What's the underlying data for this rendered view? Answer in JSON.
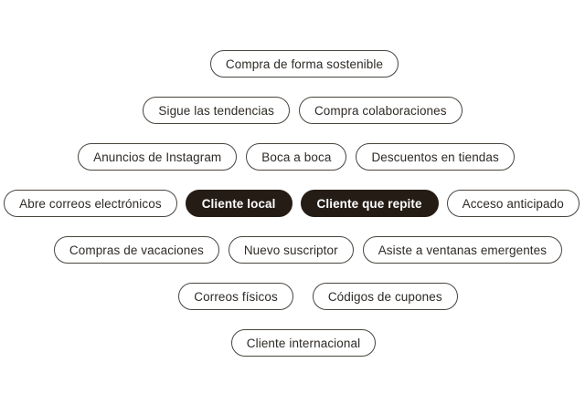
{
  "colors": {
    "background": "#ffffff",
    "pill_border": "#4a443e",
    "pill_text": "#2e2a26",
    "selected_pill_background": "#241c15",
    "selected_pill_text": "#ffffff"
  },
  "tag_cloud": {
    "rows": [
      {
        "tags": [
          {
            "label": "Compra de forma sostenible",
            "selected": false
          }
        ]
      },
      {
        "tags": [
          {
            "label": "Sigue las tendencias",
            "selected": false
          },
          {
            "label": "Compra colaboraciones",
            "selected": false
          }
        ]
      },
      {
        "tags": [
          {
            "label": "Anuncios de Instagram",
            "selected": false
          },
          {
            "label": "Boca a boca",
            "selected": false
          },
          {
            "label": "Descuentos en tiendas",
            "selected": false
          }
        ]
      },
      {
        "tags": [
          {
            "label": "Abre correos electrónicos",
            "selected": false
          },
          {
            "label": "Cliente local",
            "selected": true
          },
          {
            "label": "Cliente que repite",
            "selected": true
          },
          {
            "label": "Acceso anticipado",
            "selected": false
          }
        ]
      },
      {
        "tags": [
          {
            "label": "Compras de vacaciones",
            "selected": false
          },
          {
            "label": "Nuevo suscriptor",
            "selected": false
          },
          {
            "label": "Asiste a ventanas emergentes",
            "selected": false
          }
        ]
      },
      {
        "tags": [
          {
            "label": "Correos físicos",
            "selected": false
          },
          {
            "label": "Códigos de cupones",
            "selected": false
          }
        ]
      },
      {
        "tags": [
          {
            "label": "Cliente internacional",
            "selected": false
          }
        ]
      }
    ]
  }
}
